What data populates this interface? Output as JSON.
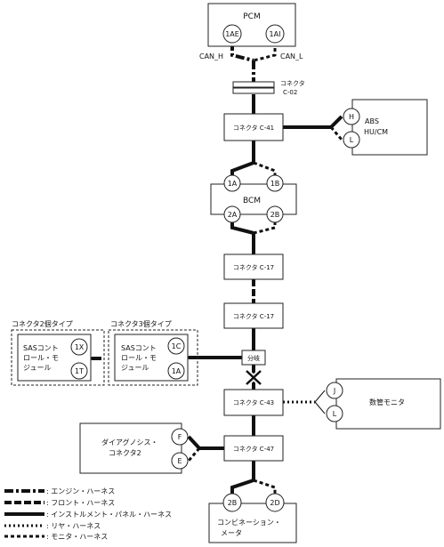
{
  "modules": {
    "pcm": {
      "label": "PCM",
      "pin_h": "1AE",
      "pin_l": "1AI",
      "can_h": "CAN_H",
      "can_l": "CAN_L"
    },
    "connector_c02": {
      "line1": "コネクタ",
      "line2": "C-02"
    },
    "connector_c41": {
      "label": "コネクタ C-41"
    },
    "abs": {
      "line1": "ABS",
      "line2": "HU/CM",
      "pin_h": "H",
      "pin_l": "L"
    },
    "bcm": {
      "label": "BCM",
      "pin_1a": "1A",
      "pin_1b": "1B",
      "pin_2a": "2A",
      "pin_2b": "2B"
    },
    "connector_c17a": {
      "label": "コネクタ C-17"
    },
    "connector_c17b": {
      "label": "コネクタ C-17"
    },
    "branch": {
      "label": "分岐"
    },
    "sas2": {
      "type_title": "コネクタ2個タイプ",
      "line1": "SASコント",
      "line2": "ロール・モ",
      "line3": "ジュール",
      "pin_a": "1X",
      "pin_b": "1T"
    },
    "sas3": {
      "type_title": "コネクタ3個タイプ",
      "line1": "SASコント",
      "line2": "ロール・モ",
      "line3": "ジュール",
      "pin_a": "1C",
      "pin_b": "1A"
    },
    "connector_c43": {
      "label": "コネクタ C-43"
    },
    "monitor": {
      "label": "数管モニタ",
      "pin_j": "J",
      "pin_l": "L"
    },
    "dlc": {
      "line1": "ダイアグノシス・",
      "line2": "コネクタ2",
      "pin_f": "F",
      "pin_e": "E"
    },
    "connector_c47": {
      "label": "コネクタ C-47"
    },
    "combi": {
      "line1": "コンビネーション・",
      "line2": "メータ",
      "pin_2b": "2B",
      "pin_2d": "2D"
    }
  },
  "legend": [
    {
      "style": "engine",
      "label": ": エンジン・ハーネス"
    },
    {
      "style": "front",
      "label": ": フロント・ハーネス"
    },
    {
      "style": "instrument",
      "label": ": インストルメント・パネル・ハーネス"
    },
    {
      "style": "rear",
      "label": ": リヤ・ハーネス"
    },
    {
      "style": "monitor",
      "label": ": モニタ・ハーネス"
    }
  ]
}
